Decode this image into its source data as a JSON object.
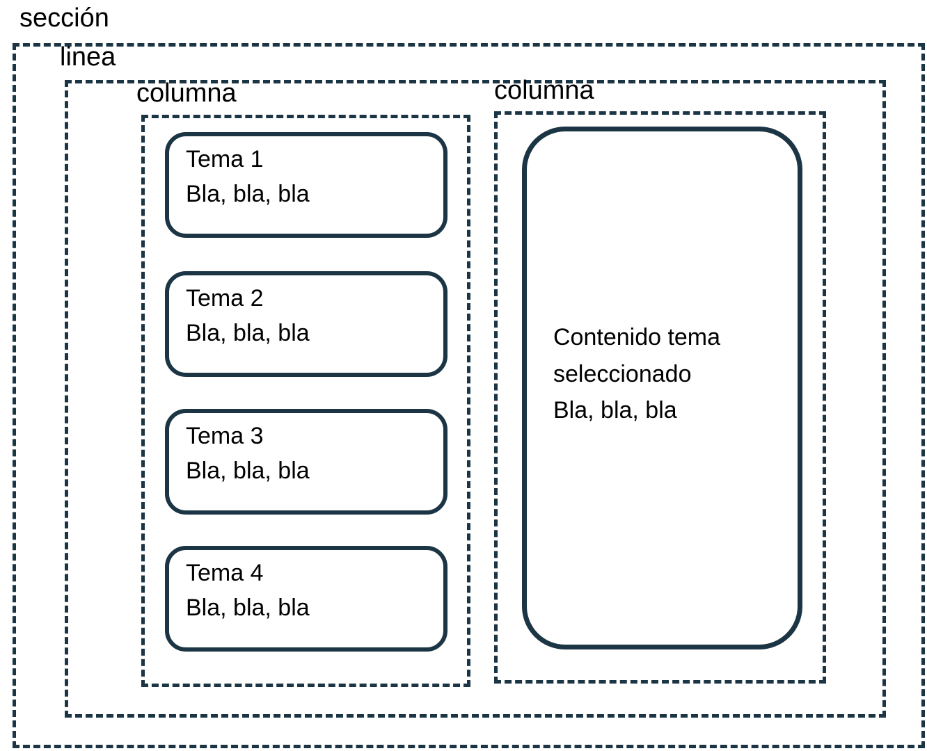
{
  "diagram": {
    "section_label": "sección",
    "row_label": "linea",
    "left_column": {
      "label": "columna",
      "topics": [
        {
          "title": "Tema 1",
          "body": "Bla, bla, bla"
        },
        {
          "title": "Tema 2",
          "body": "Bla, bla, bla"
        },
        {
          "title": "Tema 3",
          "body": "Bla, bla, bla"
        },
        {
          "title": "Tema 4",
          "body": "Bla, bla, bla"
        }
      ]
    },
    "right_column": {
      "label": "columna",
      "content": {
        "title": "Contenido tema seleccionado",
        "body": "Bla, bla, bla"
      }
    },
    "colors": {
      "border": "#1c3545",
      "text": "#000000",
      "background": "#ffffff"
    }
  }
}
